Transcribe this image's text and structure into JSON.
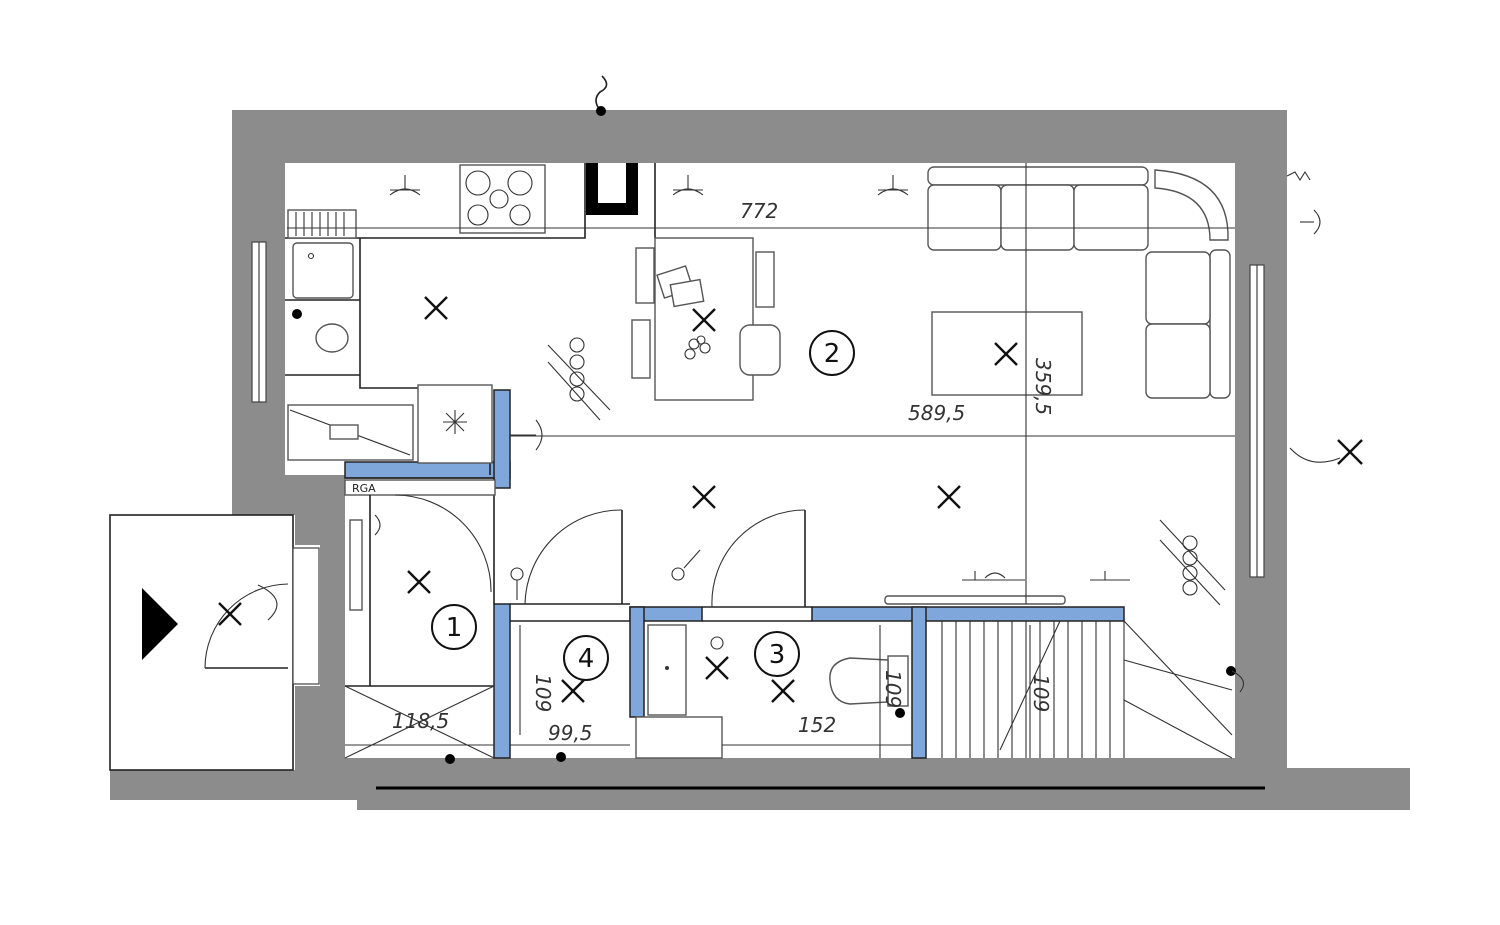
{
  "rooms": [
    {
      "number": "1"
    },
    {
      "number": "2"
    },
    {
      "number": "3"
    },
    {
      "number": "4"
    }
  ],
  "dimensions": {
    "living_width": "772",
    "living_depth": "359,5",
    "living_inner": "589,5",
    "hall_width": "118,5",
    "closet_width": "99,5",
    "closet_depth": "109",
    "wc_width": "152",
    "wc_depth": "109",
    "stair_depth": "109"
  },
  "labels": {
    "hall_cabinet": "RGA"
  },
  "colors": {
    "wall": "#8c8c8c",
    "partition": "#7fa7dc",
    "line": "#222222"
  }
}
